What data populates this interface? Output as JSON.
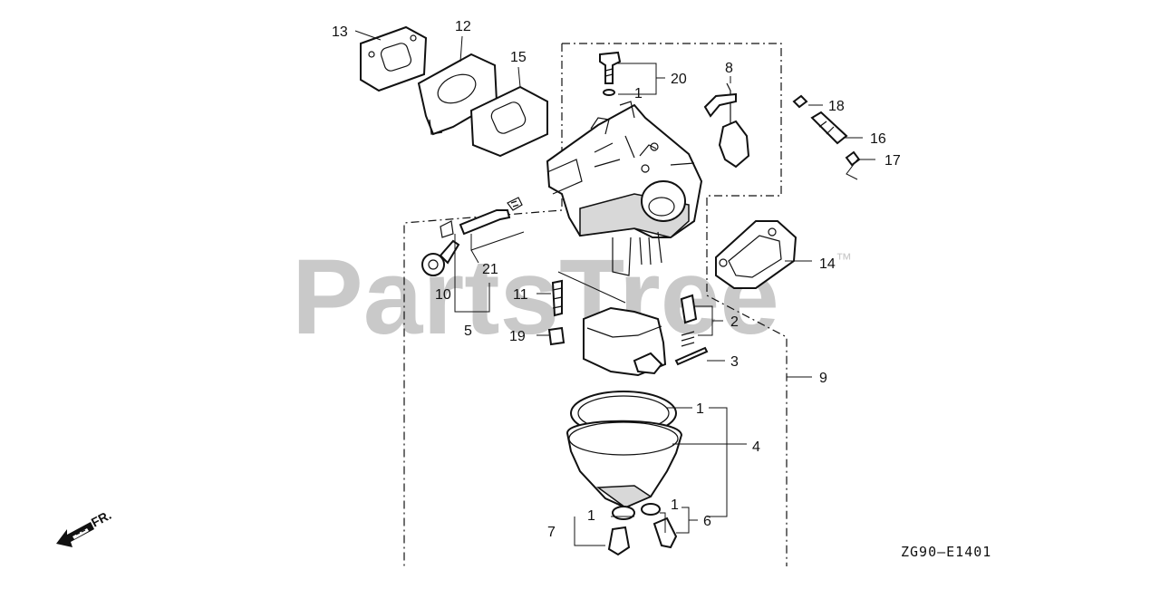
{
  "watermark": {
    "text": "PartsTree",
    "trademark": "™"
  },
  "diagram_code": "ZG90—E1401",
  "front_marker": "FR.",
  "callouts": {
    "c13": "13",
    "c12": "12",
    "c15": "15",
    "c20": "20",
    "c1a": "1",
    "c8": "8",
    "c18": "18",
    "c16": "16",
    "c17": "17",
    "c14": "14",
    "c21": "21",
    "c10": "10",
    "c5": "5",
    "c11": "11",
    "c19": "19",
    "c2": "2",
    "c3": "3",
    "c9": "9",
    "c1b": "1",
    "c4": "4",
    "c1c": "1",
    "c6": "6",
    "c1d": "1",
    "c7": "7"
  }
}
